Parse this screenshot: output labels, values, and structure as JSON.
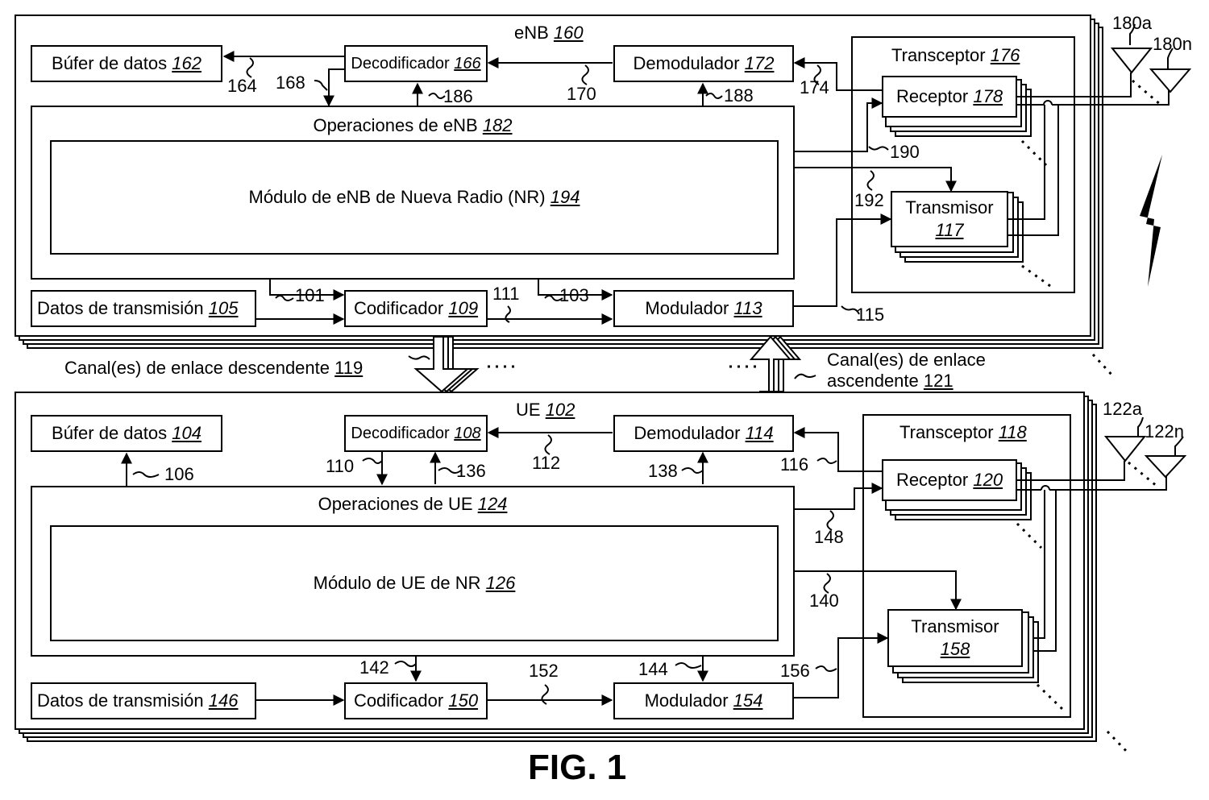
{
  "figure_label": "FIG. 1",
  "enb": {
    "title": "eNB",
    "title_num": "160",
    "data_buffer": {
      "label": "Búfer de datos",
      "num": "162"
    },
    "decoder": {
      "label": "Decodificador",
      "num": "166"
    },
    "demodulator": {
      "label": "Demodulador",
      "num": "172"
    },
    "operations": {
      "label": "Operaciones de eNB",
      "num": "182"
    },
    "nr_module": {
      "label": "Módulo de eNB de Nueva Radio (NR)",
      "num": "194"
    },
    "tx_data": {
      "label": "Datos de transmisión",
      "num": "105"
    },
    "encoder": {
      "label": "Codificador",
      "num": "109"
    },
    "modulator": {
      "label": "Modulador",
      "num": "113"
    },
    "transceiver": {
      "label": "Transceptor",
      "num": "176"
    },
    "receiver": {
      "label": "Receptor",
      "num": "178"
    },
    "transmitter": {
      "label": "Transmisor",
      "num": "117"
    },
    "antenna_a": "180a",
    "antenna_n": "180n",
    "refs": {
      "r164": "164",
      "r168": "168",
      "r186": "186",
      "r170": "170",
      "r188": "188",
      "r174": "174",
      "r190": "190",
      "r192": "192",
      "r101": "101",
      "r111": "111",
      "r103": "103",
      "r115": "115"
    }
  },
  "channels": {
    "downlink": {
      "label": "Canal(es) de enlace descendente",
      "num": "119"
    },
    "uplink": {
      "line1": "Canal(es) de enlace",
      "line2": "ascendente",
      "num": "121"
    }
  },
  "ue": {
    "title": "UE",
    "title_num": "102",
    "data_buffer": {
      "label": "Búfer de datos",
      "num": "104"
    },
    "decoder": {
      "label": "Decodificador",
      "num": "108"
    },
    "demodulator": {
      "label": "Demodulador",
      "num": "114"
    },
    "operations": {
      "label": "Operaciones de UE",
      "num": "124"
    },
    "nr_module": {
      "label": "Módulo de UE de NR",
      "num": "126"
    },
    "tx_data": {
      "label": "Datos de transmisión",
      "num": "146"
    },
    "encoder": {
      "label": "Codificador",
      "num": "150"
    },
    "modulator": {
      "label": "Modulador",
      "num": "154"
    },
    "transceiver": {
      "label": "Transceptor",
      "num": "118"
    },
    "receiver": {
      "label": "Receptor",
      "num": "120"
    },
    "transmitter": {
      "label": "Transmisor",
      "num": "158"
    },
    "antenna_a": "122a",
    "antenna_n": "122n",
    "refs": {
      "r106": "106",
      "r110": "110",
      "r136": "136",
      "r112": "112",
      "r138": "138",
      "r116": "116",
      "r148": "148",
      "r140": "140",
      "r142": "142",
      "r152": "152",
      "r144": "144",
      "r156": "156"
    }
  }
}
